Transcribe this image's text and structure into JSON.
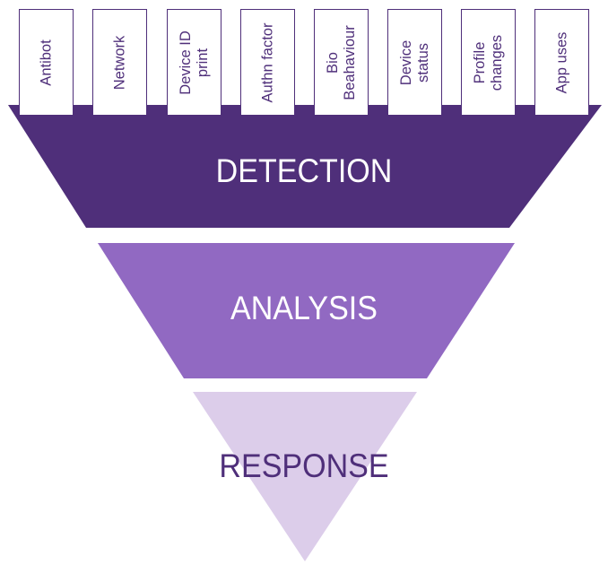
{
  "data_sources": [
    {
      "label": "Antibot"
    },
    {
      "label": "Network"
    },
    {
      "label": "Device ID\nprint"
    },
    {
      "label": "Authn factor"
    },
    {
      "label": "Bio\nBeahaviour"
    },
    {
      "label": "Device\nstatus"
    },
    {
      "label": "Profile\nchanges"
    },
    {
      "label": "App uses"
    }
  ],
  "stages": {
    "detection": {
      "label": "DETECTION",
      "color": "#4f2f7a",
      "text_color": "#ffffff"
    },
    "analysis": {
      "label": "ANALYSIS",
      "color": "#9169c2",
      "text_color": "#ffffff"
    },
    "response": {
      "label": "RESPONSE",
      "color": "#dccdea",
      "text_color": "#4f2f7a"
    }
  }
}
